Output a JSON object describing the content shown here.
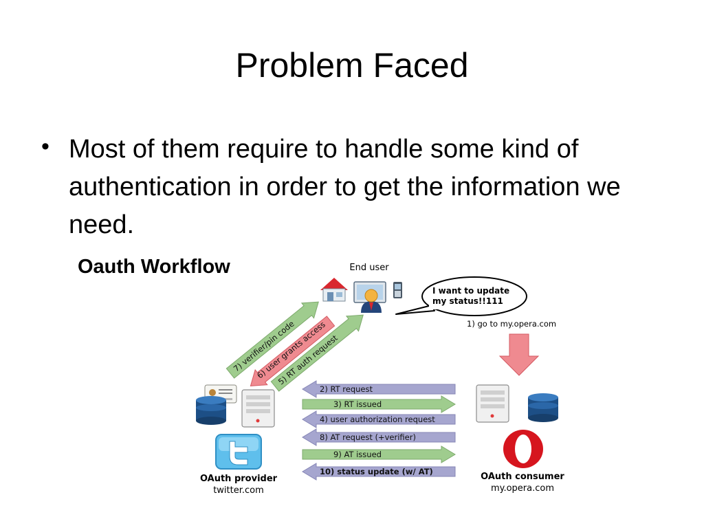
{
  "slide": {
    "title": "Problem Faced",
    "bullet": " Most of them require to handle some kind of authentication in order to get the information we need.",
    "caption": "Oauth Workflow"
  },
  "diagram": {
    "end_user_label": "End user",
    "speech_line1": "I want to update",
    "speech_line2": "my status!!111",
    "step1": "1) go to my.opera.com",
    "step5": "5) RT auth request",
    "step6": "6) user grants access",
    "step7": "7) verifier/pin code",
    "flows": [
      {
        "label": "2) RT request",
        "direction": "left",
        "color": "#a6a6cf"
      },
      {
        "label": "3) RT issued",
        "direction": "right",
        "color": "#9fcc8e"
      },
      {
        "label": "4) user authorization request",
        "direction": "left",
        "color": "#a6a6cf"
      },
      {
        "label": "8) AT request (+verifier)",
        "direction": "left",
        "color": "#a6a6cf"
      },
      {
        "label": "9) AT issued",
        "direction": "right",
        "color": "#9fcc8e"
      },
      {
        "label": "10) status update (w/ AT)",
        "direction": "left",
        "color": "#a6a6cf"
      }
    ],
    "provider_title": "OAuth provider",
    "provider_domain": "twitter.com",
    "consumer_title": "OAuth consumer",
    "consumer_domain": "my.opera.com",
    "colors": {
      "green_arrow": "#9fcc8e",
      "red_arrow": "#ef8a90",
      "purple_arrow": "#a6a6cf",
      "twitter_blue": "#5fbfec",
      "opera_red": "#d6151e",
      "database_blue": "#1d4f86"
    },
    "icons": [
      "house-icon",
      "laptop-user-icon",
      "phone-icon",
      "server-icon",
      "database-icon",
      "id-card-icon",
      "twitter-logo-icon",
      "opera-logo-icon"
    ]
  }
}
